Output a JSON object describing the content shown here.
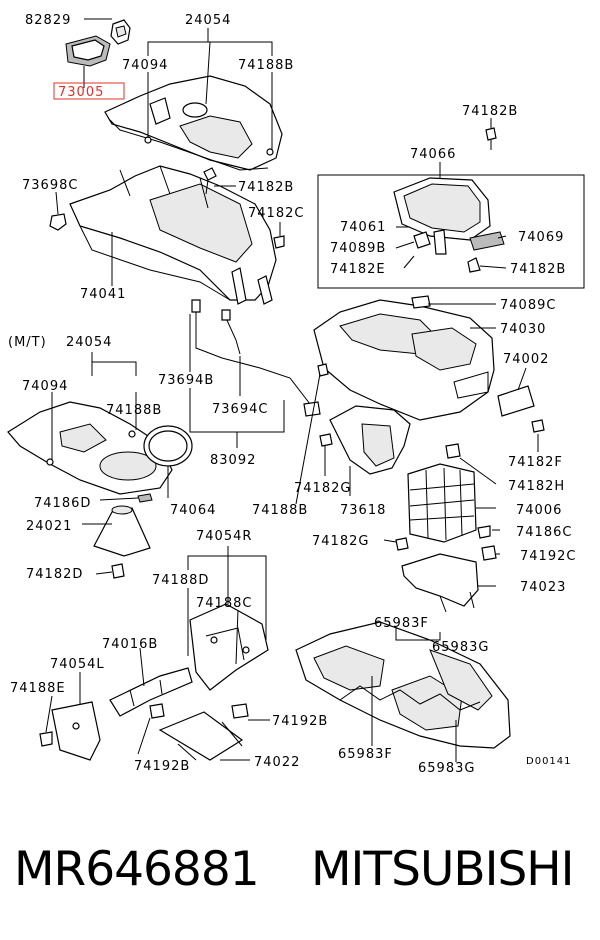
{
  "diagram_code": "D00141",
  "highlight_color": "#e0302a",
  "highlighted_part": "73005",
  "group_prefix": "(M/T)",
  "labels": {
    "p82829": "82829",
    "p24054": "24054",
    "p74094": "74094",
    "p74188B": "74188B",
    "p73005": "73005",
    "p73698C": "73698C",
    "p74182B_a": "74182B",
    "p74182C": "74182C",
    "p74041": "74041",
    "p74182B_b": "74182B",
    "p74066": "74066",
    "p74061": "74061",
    "p74089B": "74089B",
    "p74069": "74069",
    "p74182E": "74182E",
    "p74182B_c": "74182B",
    "p74089C": "74089C",
    "p74030": "74030",
    "p74002": "74002",
    "p24054mt": "24054",
    "p74094b": "74094",
    "p74188B_b": "74188B",
    "p73694B": "73694B",
    "p73694C": "73694C",
    "p83092": "83092",
    "p74182F": "74182F",
    "p74182H": "74182H",
    "p74186D": "74186D",
    "p74064": "74064",
    "p74182G": "74182G",
    "p74188B_c": "74188B",
    "p73618": "73618",
    "p74006": "74006",
    "p24021": "24021",
    "p74186C": "74186C",
    "p74182G_b": "74182G",
    "p74192C": "74192C",
    "p74182D": "74182D",
    "p74054R": "74054R",
    "p74023": "74023",
    "p74188D": "74188D",
    "p74188C": "74188C",
    "p65983F": "65983F",
    "p65983G": "65983G",
    "p74016B": "74016B",
    "p74054L": "74054L",
    "p74188E": "74188E",
    "p74192B_a": "74192B",
    "p74192B_b": "74192B",
    "p74022": "74022",
    "p65983F_b": "65983F",
    "p65983G_b": "65983G"
  },
  "caption": {
    "part_number": "MR646881",
    "brand": "MITSUBISHI"
  }
}
